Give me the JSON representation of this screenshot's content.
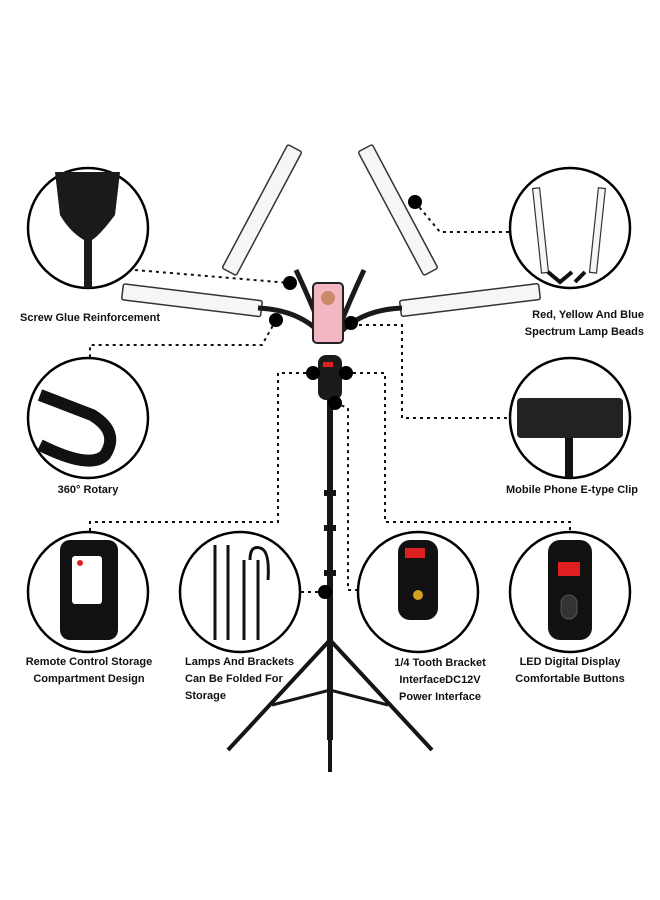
{
  "colors": {
    "ink": "#111111",
    "lamp": "#f4f4f4",
    "led": "#e02020",
    "screen": "#f3b7c4"
  },
  "callouts": {
    "screw": "Screw Glue Reinforcement",
    "beads_1": "Red, Yellow And Blue",
    "beads_2": "Spectrum Lamp Beads",
    "rotary": "360° Rotary",
    "clip": "Mobile Phone E-type Clip",
    "remote_1": "Remote Control Storage",
    "remote_2": "Compartment Design",
    "fold_1": "Lamps And Brackets",
    "fold_2": "Can Be Folded For",
    "fold_3": "Storage",
    "bracket_1": "1/4 Tooth Bracket",
    "bracket_2": "InterfaceDC12V",
    "bracket_3": "Power Interface",
    "led_1": "LED Digital Display",
    "led_2": "Comfortable Buttons"
  }
}
